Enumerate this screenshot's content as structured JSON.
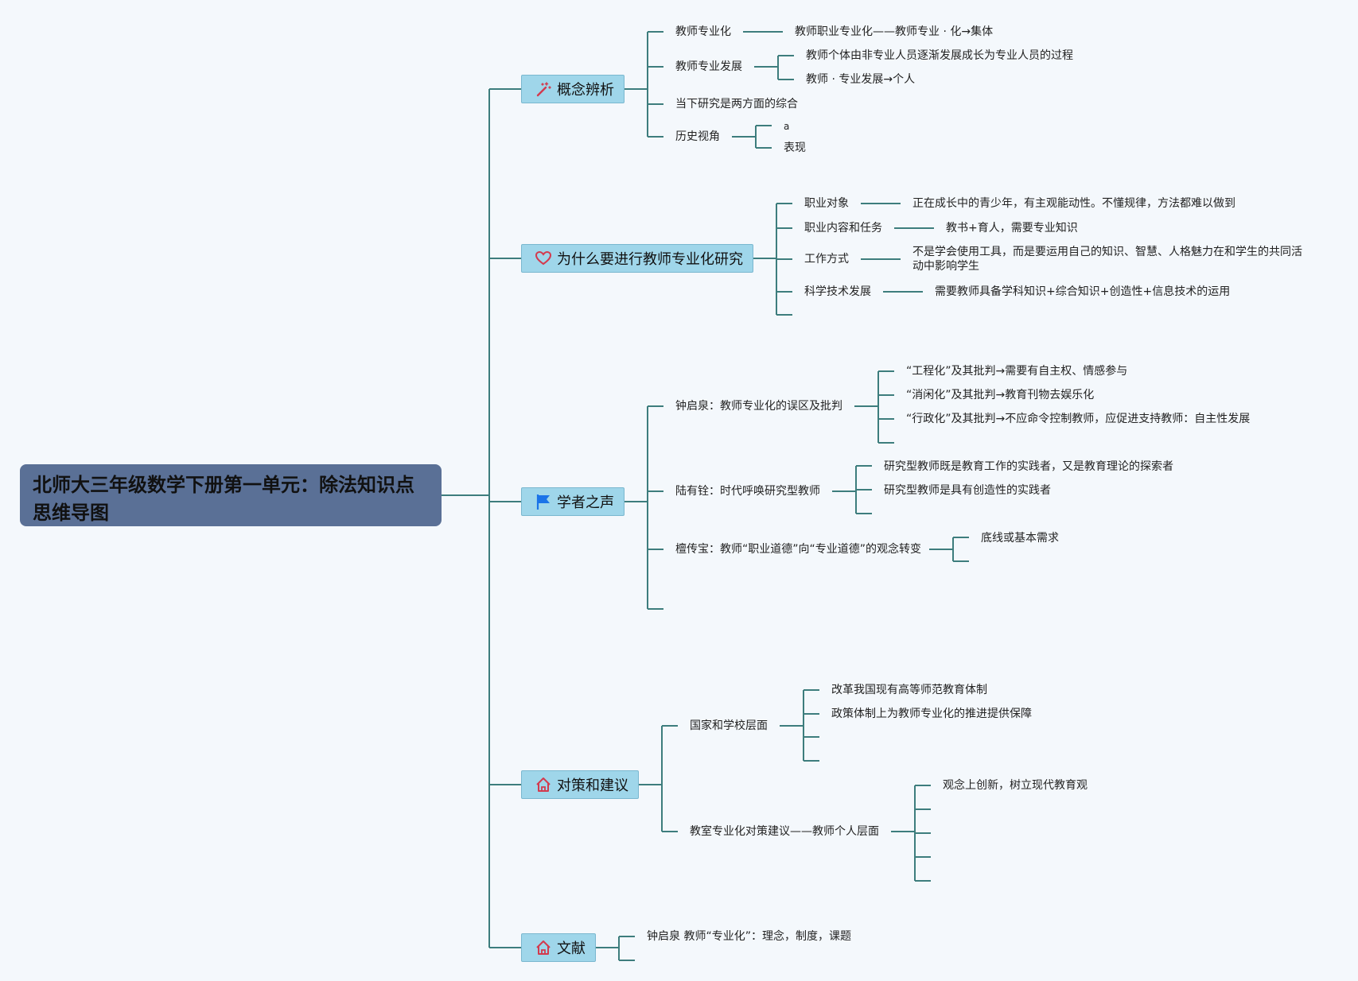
{
  "root": {
    "line1": "北师大三年级数学下册第一单元：除法知识点",
    "line2": "思维导图"
  },
  "topics": {
    "concepts": {
      "label": "概念辨析",
      "items": {
        "specialization": "教师专业化",
        "specialization_detail": "教师职业专业化——教师专业 · 化→集体",
        "development": "教师专业发展",
        "development_detail_1": "教师个体由非专业人员逐渐发展成长为专业人员的过程",
        "development_detail_2": "教师 · 专业发展→个人",
        "synthesis": "当下研究是两方面的综合",
        "history": "历史视角",
        "history_detail_1": "a",
        "history_detail_2": "表现"
      }
    },
    "why": {
      "label": "为什么要进行教师专业化研究",
      "items": {
        "object": "职业对象",
        "object_detail": "正在成长中的青少年，有主观能动性。不懂规律，方法都难以做到",
        "content": "职业内容和任务",
        "content_detail": "教书+育人，需要专业知识",
        "method": "工作方式",
        "method_detail": "不是学会使用工具，而是要运用自己的知识、智慧、人格魅力在和学生的共同活动中影响学生",
        "tech": "科学技术发展",
        "tech_detail": "需要教师具备学科知识+综合知识+创造性+信息技术的运用"
      }
    },
    "scholars": {
      "label": "学者之声",
      "items": {
        "zhong": "钟启泉：教师专业化的误区及批判",
        "zhong_1": "“工程化”及其批判→需要有自主权、情感参与",
        "zhong_2": "“消闲化”及其批判→教育刊物去娱乐化",
        "zhong_3": "“行政化”及其批判→不应命令控制教师，应促进支持教师：自主性发展",
        "lu": "陆有铨：时代呼唤研究型教师",
        "lu_1": "研究型教师既是教育工作的实践者，又是教育理论的探索者",
        "lu_2": "研究型教师是具有创造性的实践者",
        "tan": "檀传宝：教师“职业道德”向“专业道德”的观念转变",
        "tan_1": "底线或基本需求"
      }
    },
    "suggestions": {
      "label": "对策和建议",
      "items": {
        "national": "国家和学校层面",
        "national_1": "改革我国现有高等师范教育体制",
        "national_2": "政策体制上为教师专业化的推进提供保障",
        "classroom": "教室专业化对策建议——教师个人层面",
        "classroom_1": "观念上创新，树立现代教育观"
      }
    },
    "literature": {
      "label": "文献",
      "items": {
        "zhong_ref": "钟启泉 教师“专业化”：理念，制度，课题"
      }
    }
  },
  "icons": {
    "concepts": "magic-wand-icon",
    "why": "heart-icon",
    "scholars": "flag-icon",
    "suggestions": "house-icon",
    "literature": "house-icon"
  },
  "colors": {
    "root": "#5a7096",
    "topic": "#9fd6ea",
    "connector": "#3d7d7d",
    "icon_red": "#d33a4e",
    "icon_blue": "#1a73e8"
  }
}
